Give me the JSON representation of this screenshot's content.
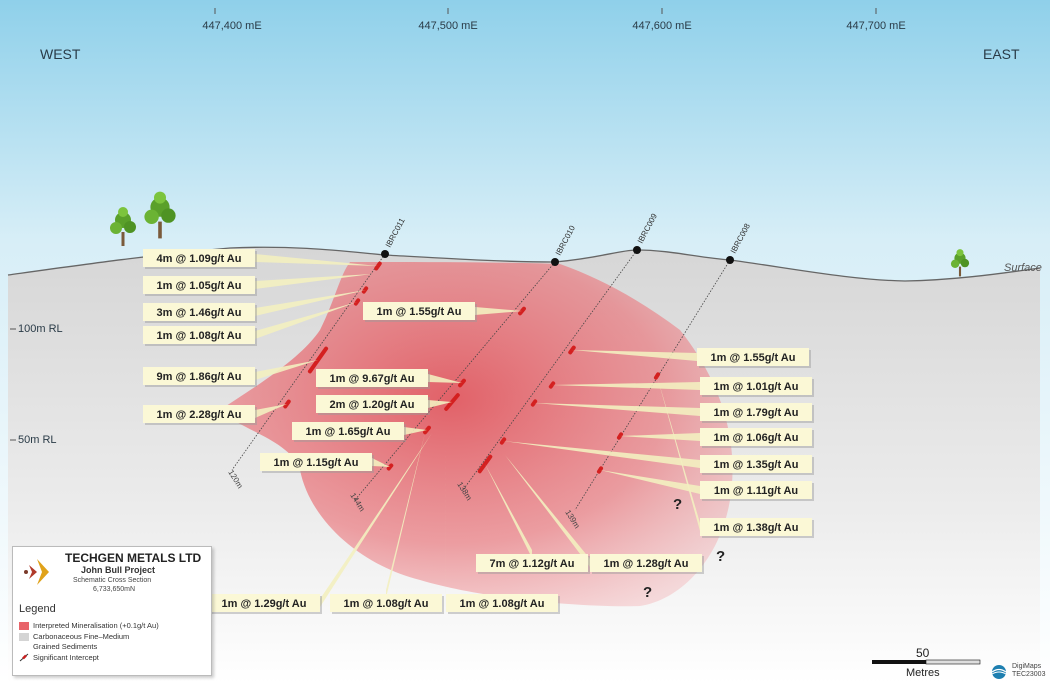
{
  "compass": {
    "west": "WEST",
    "east": "EAST"
  },
  "eastings": [
    "447,400 mE",
    "447,500 mE",
    "447,600 mE",
    "447,700 mE"
  ],
  "rl_labels": [
    "100m RL",
    "50m RL"
  ],
  "surface_label": "Surface",
  "drillholes": [
    {
      "id": "IBRC011",
      "depth": "120m"
    },
    {
      "id": "IBRC010",
      "depth": "144m"
    },
    {
      "id": "IBRC009",
      "depth": "138m"
    },
    {
      "id": "IBRC008",
      "depth": "139m"
    }
  ],
  "intercepts": [
    "4m @ 1.09g/t Au",
    "1m @ 1.05g/t Au",
    "3m @ 1.46g/t Au",
    "1m @ 1.08g/t Au",
    "9m @ 1.86g/t Au",
    "1m @ 2.28g/t Au",
    "1m @ 1.55g/t Au",
    "1m @ 9.67g/t Au",
    "2m @ 1.20g/t Au",
    "1m @ 1.65g/t Au",
    "1m @ 1.15g/t Au",
    "1m @ 1.55g/t Au",
    "1m @ 1.01g/t Au",
    "1m @ 1.79g/t Au",
    "1m @ 1.06g/t Au",
    "1m @ 1.35g/t Au",
    "1m @ 1.11g/t Au",
    "1m @ 1.38g/t Au",
    "7m @ 1.12g/t Au",
    "1m @ 1.28g/t Au",
    "1m @ 1.29g/t Au",
    "1m @ 1.08g/t Au",
    "1m @ 1.08g/t Au"
  ],
  "question_mark": "?",
  "legend": {
    "company": "TECHGEN METALS LTD",
    "project": "John Bull Project",
    "subtitle": "Schematic Cross Section",
    "northing": "6,733,650mN",
    "title": "Legend",
    "items": [
      {
        "label": "Interpreted Mineralisation (+0.1g/t Au)",
        "color": "#e8646a"
      },
      {
        "label": "Carbonaceous Fine–Medium",
        "color": "#d4d4d4"
      },
      {
        "label": "Grained Sediments",
        "color": ""
      },
      {
        "label": "Significant Intercept",
        "color": "#c81e1e"
      }
    ]
  },
  "scale": {
    "value": "50",
    "unit": "Metres"
  },
  "credit": {
    "line1": "DigiMaps",
    "line2": "TEC23003"
  },
  "colors": {
    "sky_top": "#8fd0ea",
    "sky_bottom": "#ffffff",
    "ground": "#d9d9d9",
    "mineralisation": "#e8646a",
    "intercept": "#d42020",
    "label_fill": "#fbf8d6"
  }
}
